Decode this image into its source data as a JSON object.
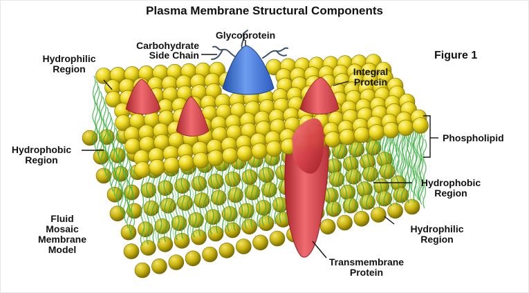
{
  "title": "Plasma Membrane Structural Components",
  "figure_label": "Figure 1",
  "labels": {
    "glycoprotein": "Glycoprotein",
    "carbohydrate_1": "Carbohydrate",
    "carbohydrate_2": "Side Chain",
    "hydrophilic_top_1": "Hydrophilic",
    "hydrophilic_top_2": "Region",
    "integral_1": "Integral",
    "integral_2": "Protein",
    "phospholipid": "Phospholipid",
    "hydrophobic_left_1": "Hydrophobic",
    "hydrophobic_left_2": "Region",
    "hydrophobic_right_1": "Hydrophobic",
    "hydrophobic_right_2": "Region",
    "hydrophilic_bottom_1": "Hydrophilic",
    "hydrophilic_bottom_2": "Region",
    "fluid_1": "Fluid",
    "fluid_2": "Mosaic",
    "fluid_3": "Membrane",
    "fluid_4": "Model",
    "transmembrane_1": "Transmembrane",
    "transmembrane_2": "Protein"
  },
  "colors": {
    "head": "#e8d21a",
    "head_dark": "#a89200",
    "tail": "#3fb045",
    "protein_red": "#d8474e",
    "protein_blue": "#3f73cf",
    "carb_chain": "#3a5068"
  }
}
